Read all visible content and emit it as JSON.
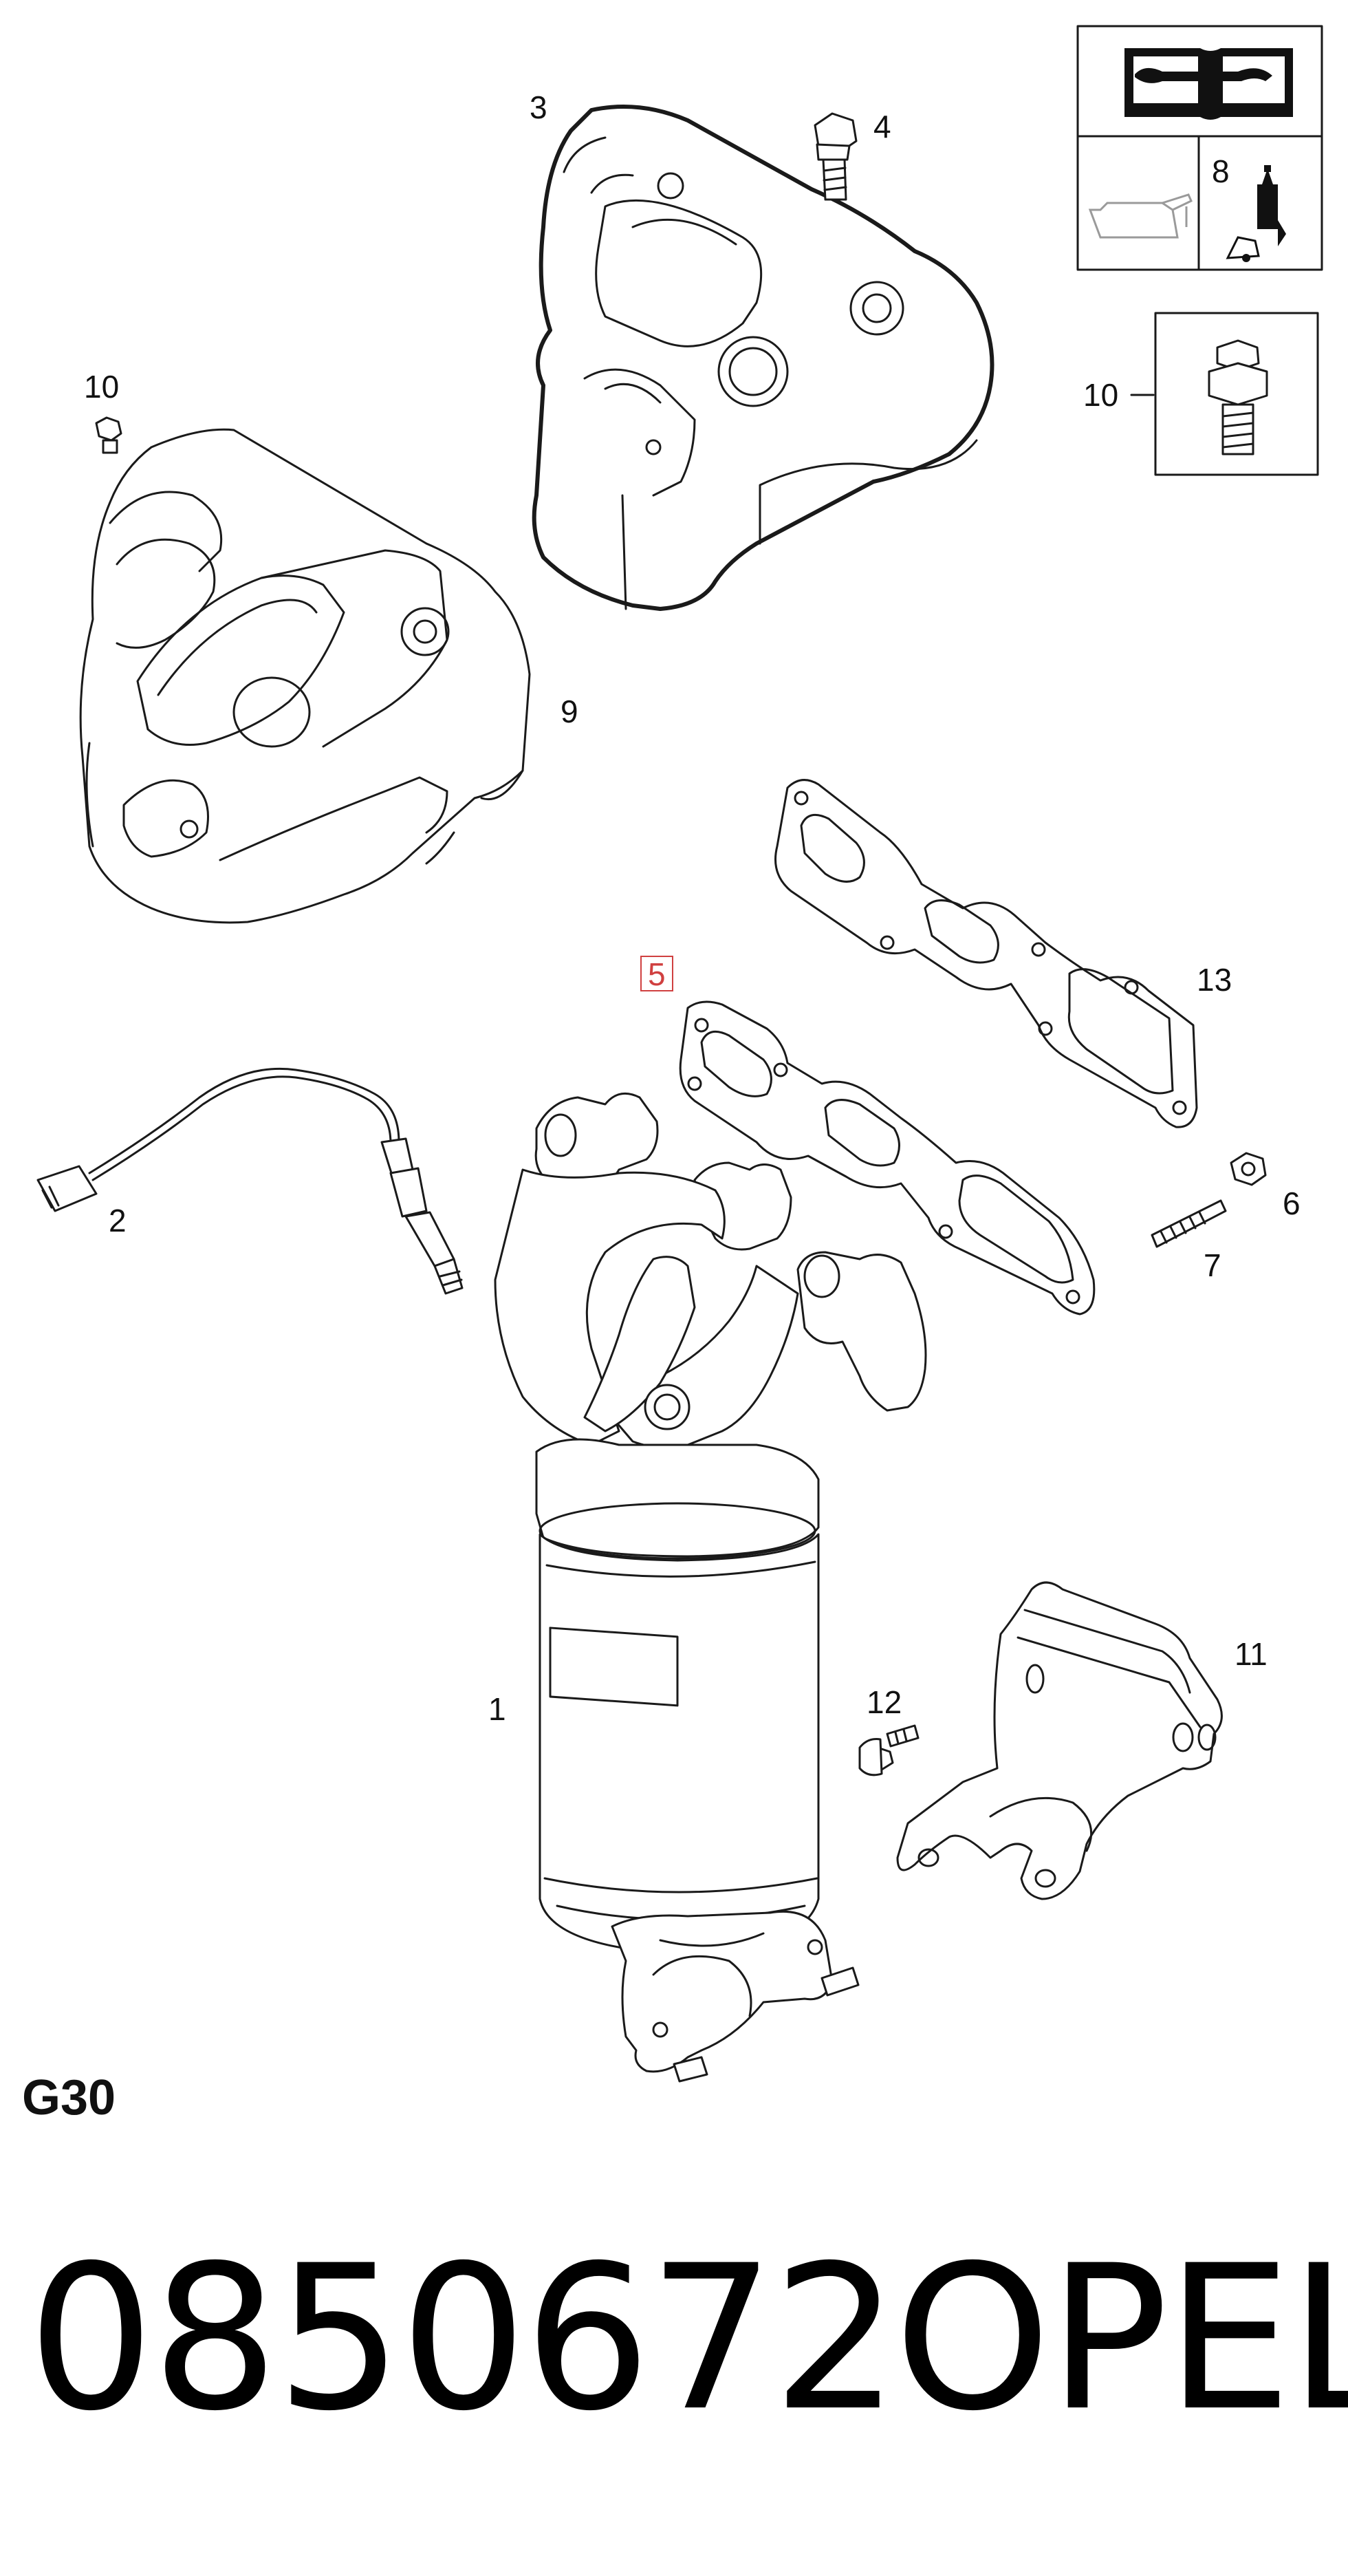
{
  "callouts": {
    "c1": "1",
    "c2": "2",
    "c3": "3",
    "c4": "4",
    "c5": "5",
    "c6": "6",
    "c7": "7",
    "c8": "8",
    "c9": "9",
    "c10a": "10",
    "c10b": "10",
    "c11": "11",
    "c12": "12",
    "c13": "13"
  },
  "section_code": "G30",
  "part_number": "0850672",
  "brand": "OPEL",
  "highlight_color": "#d04040",
  "legend_icons": [
    "workshop-manual-icon",
    "oil-can-icon",
    "sealant-tube-icon",
    "bolt-icon"
  ]
}
